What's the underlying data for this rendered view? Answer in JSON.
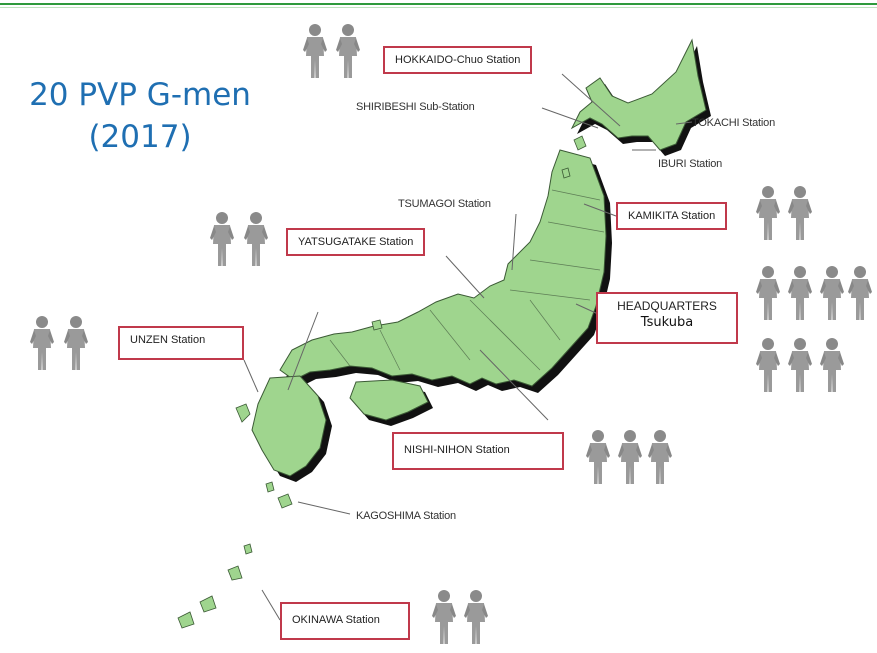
{
  "title": {
    "line1": "20 PVP G-men",
    "line2": "(2017)"
  },
  "stations": {
    "hokkaido_chuo": "HOKKAIDO-Chuo Station",
    "shiribeshi": "SHIRIBESHI Sub-Station",
    "tokachi": "TOKACHI Station",
    "iburi": "IBURI Station",
    "tsumagoi": "TSUMAGOI Station",
    "kamikita": "KAMIKITA Station",
    "yatsugatake": "YATSUGATAKE Station",
    "headquarters": "HEADQUARTERS",
    "headquarters_sub": "Tsukuba",
    "unzen": "UNZEN Station",
    "nishi_nihon": "NISHI-NIHON Station",
    "kagoshima": "KAGOSHIMA Station",
    "okinawa": "OKINAWA Station"
  },
  "colors": {
    "land": "#9fd58e",
    "land_border": "#3b5a35",
    "shadow": "#111111",
    "highlight_box": "#c0394b",
    "title_text": "#1f6fb2",
    "top_rule": "#2e9a3c"
  },
  "staff_groups": [
    {
      "group": "hokkaido",
      "count": 2
    },
    {
      "group": "yatsugatake",
      "count": 2
    },
    {
      "group": "kamikita",
      "count": 2
    },
    {
      "group": "headquarters",
      "count": 7
    },
    {
      "group": "unzen",
      "count": 2
    },
    {
      "group": "nishi-nihon",
      "count": 3
    },
    {
      "group": "okinawa",
      "count": 2
    }
  ]
}
